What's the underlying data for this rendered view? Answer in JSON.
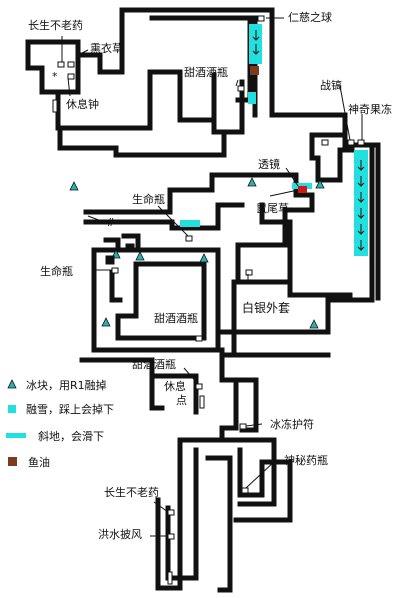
{
  "map": {
    "labels": {
      "elixir_top": "长生不老药",
      "ren_ci_ball": "仁慈之球",
      "xun_yi_cao": "熏衣草",
      "rest_bell": "休息钟",
      "sweet_wine_top": "甜酒酒瓶",
      "war_pick": "战镐",
      "magic_frozen_fruit": "神奇果冻",
      "lens": "透镜",
      "sage": "鼠尾草",
      "life_bottle_mid": "生命瓶",
      "life_bottle_left": "生命瓶",
      "sweet_wine_center": "甜酒酒瓶",
      "silver_coat": "白银外套",
      "sweet_wine_lower": "甜酒酒瓶",
      "rest_point_a": "休息",
      "rest_point_b": "点",
      "frost_charm": "冰冻护符",
      "mystery_potion": "神秘药瓶",
      "elixir_lower": "长生不老药",
      "flood_cape": "洪水披风",
      "marker_star": "*",
      "marker_hash": "#"
    }
  },
  "legend": {
    "ice_block": "冰块，用R1融掉",
    "melting_snow": "融雪，踩上会掉下",
    "slope": "斜地，会滑下",
    "fish_oil": "鱼油"
  },
  "colors": {
    "wall": "#111111",
    "ice": "#2bb0b0",
    "snow": "#22e0e0",
    "fish_oil": "#7a3b1e",
    "lens_red": "#d01818"
  }
}
